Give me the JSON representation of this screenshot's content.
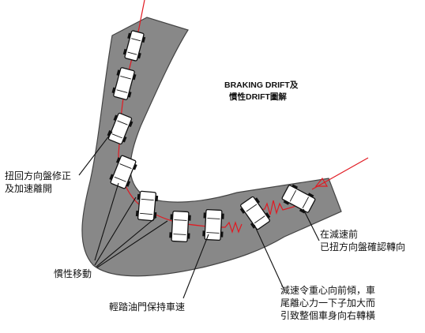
{
  "title": {
    "line1": "BRAKING DRIFT及",
    "line2": "慣性DRIFT圖解"
  },
  "labels": {
    "steer_back_line1": "扭回方向盤修正",
    "steer_back_line2": "及加速離開",
    "inertia_move": "慣性移動",
    "light_throttle": "輕踏油門保持車速",
    "decel_line1": "減速令重心向前傾，車",
    "decel_line2": "尾離心力一下子加大而",
    "decel_line3": "引致整個車身向右轉橫",
    "before_decel_line1": "在減速前",
    "before_decel_line2": "已扭方向盤確認轉向"
  },
  "colors": {
    "track": "#888888",
    "path": "#e11a22",
    "ink": "#111111",
    "car": "#ffffff"
  },
  "cars": [
    {
      "id": "car-1"
    },
    {
      "id": "car-2"
    },
    {
      "id": "car-3"
    },
    {
      "id": "car-4"
    },
    {
      "id": "car-5"
    },
    {
      "id": "car-6"
    },
    {
      "id": "car-7"
    },
    {
      "id": "car-8"
    },
    {
      "id": "car-9"
    }
  ]
}
